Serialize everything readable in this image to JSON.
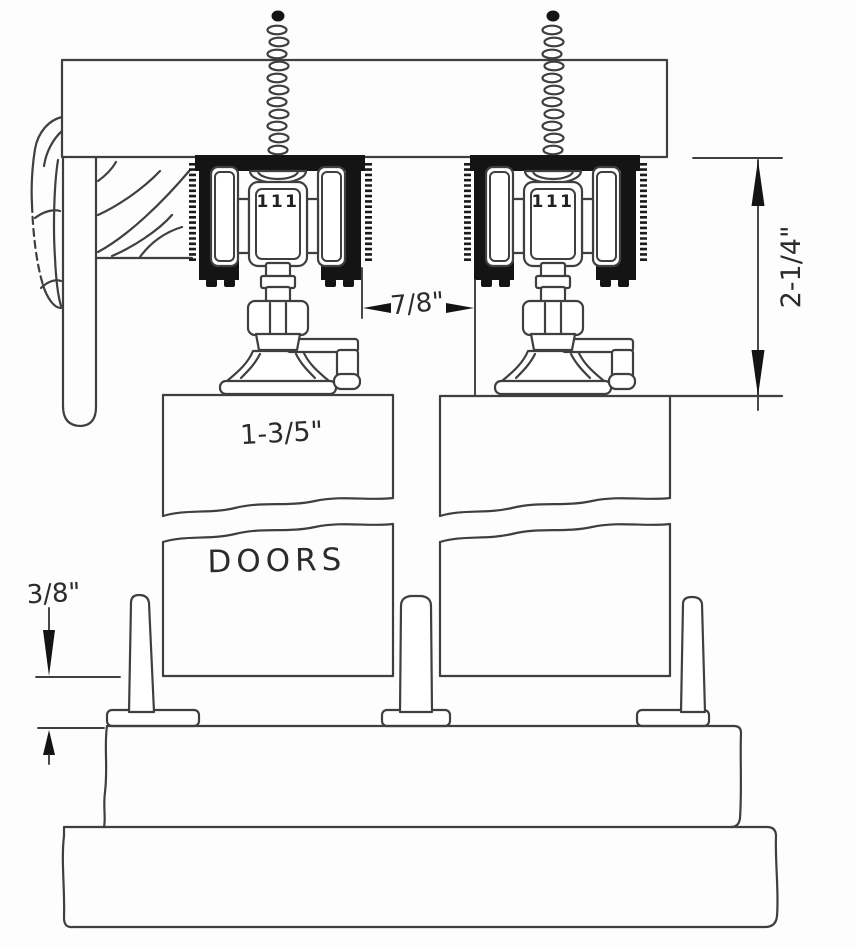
{
  "labels": {
    "track_gap": "7/8\"",
    "hanger_height": "2-1/4\"",
    "door_offset": "1-3/5\"",
    "floor_clearance": "3/8\"",
    "doors": "DOORS",
    "roller_stamp": "111"
  },
  "colors": {
    "line": "#3f3f3f",
    "heavy_fill": "#141414",
    "text": "#2b2b2b",
    "background": "#fdfdfd"
  }
}
